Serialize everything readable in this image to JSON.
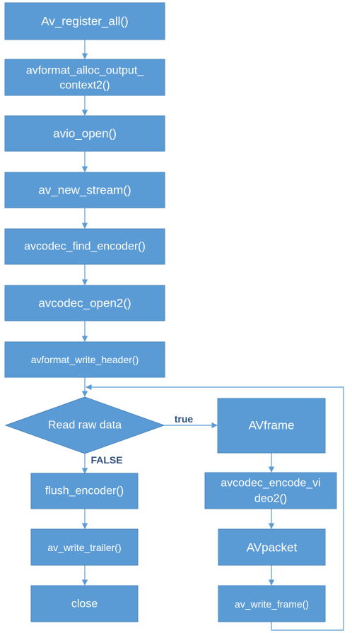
{
  "colors": {
    "node_fill": "#5b9bd5",
    "node_stroke": "#4a86c0",
    "edge": "#5b9bd5",
    "node_text": "#ffffff",
    "edge_label": "#2f4f7f"
  },
  "nodes": {
    "register_all": "Av_register_all()",
    "alloc_output_line1": "avformat_alloc_output_",
    "alloc_output_line2": "context2()",
    "avio_open": "avio_open()",
    "new_stream": "av_new_stream()",
    "find_encoder": "avcodec_find_encoder()",
    "open2": "avcodec_open2()",
    "write_header": "avformat_write_header()",
    "read_raw": "Read raw data",
    "flush_encoder": "flush_encoder()",
    "write_trailer": "av_write_trailer()",
    "close": "close",
    "avframe": "AVframe",
    "encode_video_line1": "avcodec_encode_vi",
    "encode_video_line2": "deo2()",
    "avpacket": "AVpacket",
    "write_frame": "av_write_frame()"
  },
  "edges": {
    "true_label": "true",
    "false_label": "FALSE"
  }
}
